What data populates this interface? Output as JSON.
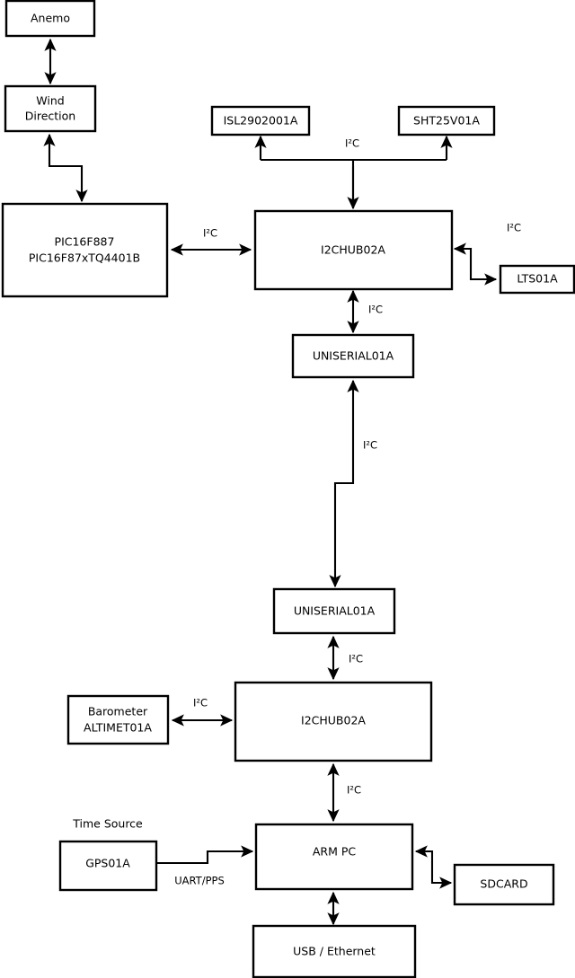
{
  "diagram": {
    "type": "block-diagram",
    "background_color": "#ffffff",
    "line_color": "#000000",
    "box_fill": "#ffffff",
    "nodes": [
      {
        "id": "anemo",
        "label_lines": [
          "Anemo"
        ]
      },
      {
        "id": "wind",
        "label_lines": [
          "Wind",
          "Direction"
        ]
      },
      {
        "id": "pic",
        "label_lines": [
          "PIC16F887",
          "PIC16F87xTQ4401B"
        ]
      },
      {
        "id": "isl",
        "label_lines": [
          "ISL2902001A"
        ]
      },
      {
        "id": "sht",
        "label_lines": [
          "SHT25V01A"
        ]
      },
      {
        "id": "hub_top",
        "label_lines": [
          "I2CHUB02A"
        ]
      },
      {
        "id": "lts",
        "label_lines": [
          "LTS01A"
        ]
      },
      {
        "id": "uniserial_top",
        "label_lines": [
          "UNISERIAL01A"
        ]
      },
      {
        "id": "uniserial_bot",
        "label_lines": [
          "UNISERIAL01A"
        ]
      },
      {
        "id": "barometer",
        "label_lines": [
          "Barometer",
          "ALTIMET01A"
        ]
      },
      {
        "id": "hub_bot",
        "label_lines": [
          "I2CHUB02A"
        ]
      },
      {
        "id": "gps",
        "label_lines": [
          "GPS01A"
        ]
      },
      {
        "id": "armpc",
        "label_lines": [
          "ARM PC"
        ]
      },
      {
        "id": "sdcard",
        "label_lines": [
          "SDCARD"
        ]
      },
      {
        "id": "usb",
        "label_lines": [
          "USB / Ethernet"
        ]
      }
    ],
    "free_labels": [
      {
        "id": "time-source",
        "text": "Time Source"
      }
    ],
    "edge_labels": {
      "isl_sht_bus": "I²C",
      "pic_hub": "I²C",
      "hub_lts": "I²C",
      "hub_uniserial": "I²C",
      "uniserial_link": "I²C",
      "uniserial_hub_bot": "I²C",
      "barometer_hub": "I²C",
      "hub_armpc": "I²C",
      "gps_armpc": "UART/PPS"
    }
  }
}
